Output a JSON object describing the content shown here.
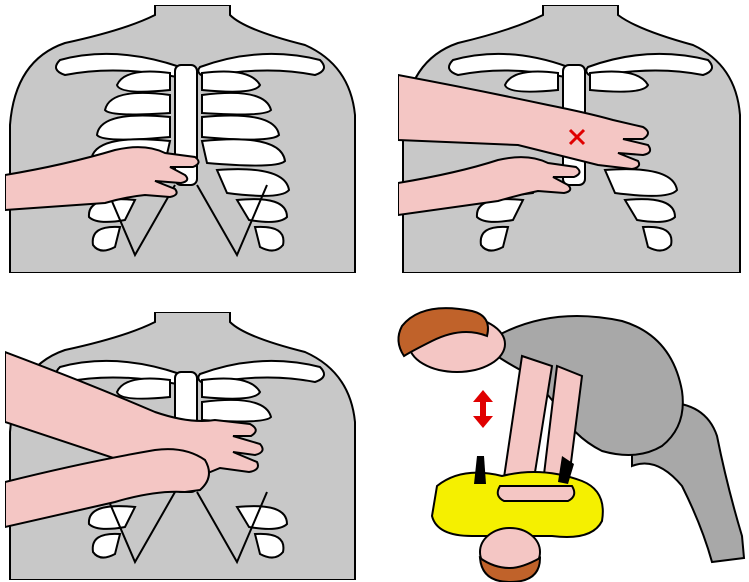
{
  "figure": {
    "panels": [
      {
        "id": "panel-1",
        "description_icon": "hand-locating-sternum"
      },
      {
        "id": "panel-2",
        "description_icon": "hand-placement-mark"
      },
      {
        "id": "panel-3",
        "description_icon": "interlocked-hands"
      },
      {
        "id": "panel-4",
        "description_icon": "chest-compression"
      }
    ],
    "marker_symbol": "×",
    "colors": {
      "torso": "#c8c8c8",
      "bone": "#ffffff",
      "skin": "#f4c6c4",
      "outline": "#000000",
      "marker": "#e00000",
      "shirt_rescuer": "#a8a8a8",
      "shirt_patient": "#f5f000",
      "hair": "#c0622a"
    }
  }
}
